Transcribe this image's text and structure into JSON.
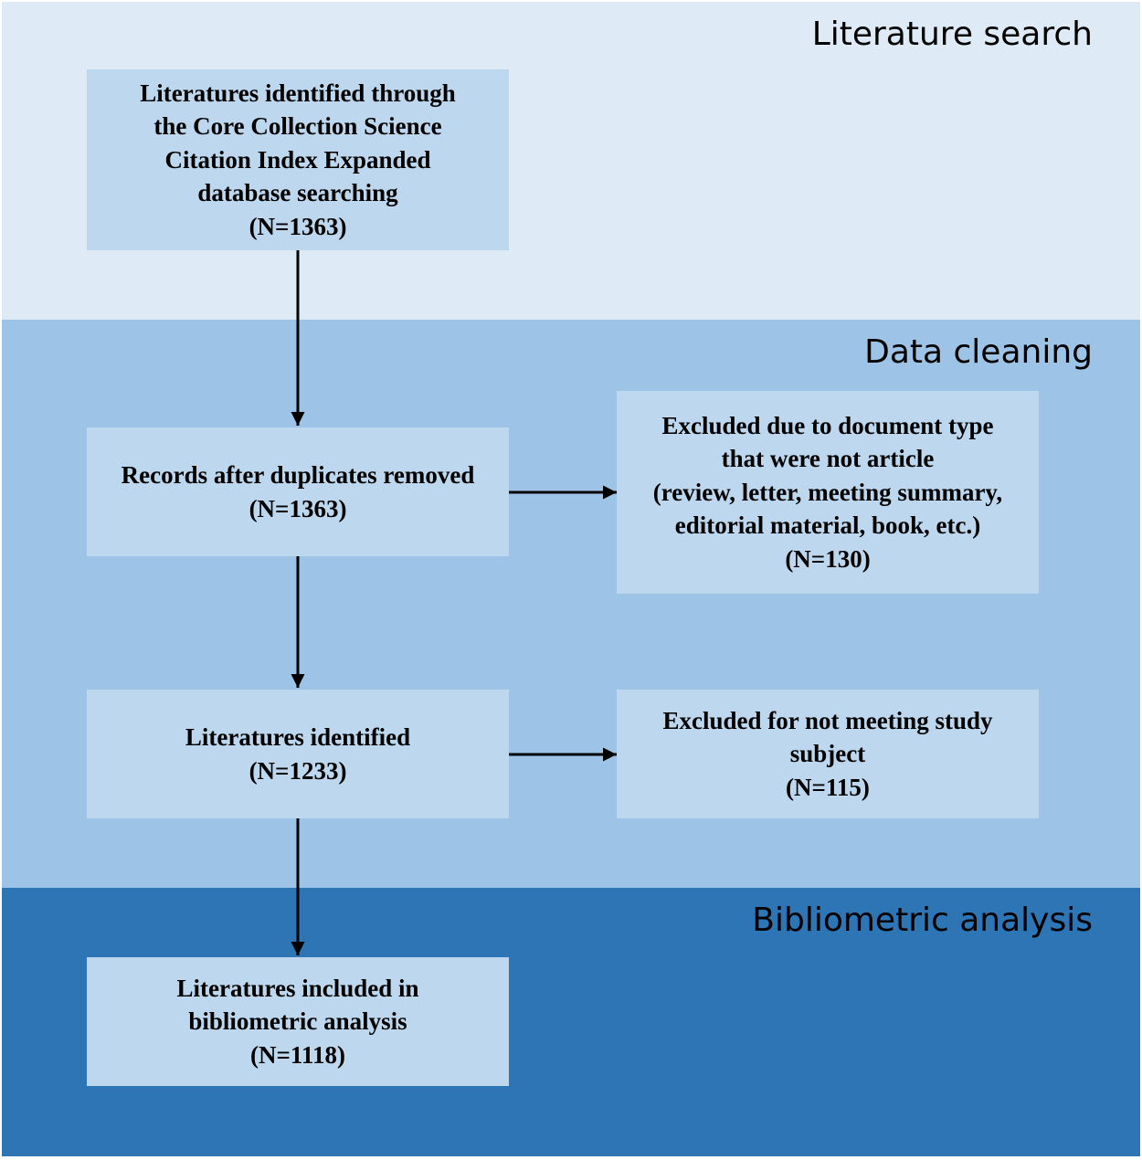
{
  "sections": {
    "search": {
      "title": "Literature search"
    },
    "cleaning": {
      "title": "Data cleaning"
    },
    "analysis": {
      "title": "Bibliometric analysis"
    }
  },
  "boxes": {
    "identified": {
      "lines": [
        "Literatures identified through",
        "the Core Collection Science",
        "Citation Index Expanded",
        "database searching",
        "(N=1363)"
      ]
    },
    "dedup": {
      "lines": [
        "Records after duplicates removed",
        "(N=1363)"
      ]
    },
    "excluded_type": {
      "lines": [
        "Excluded due to document type",
        "that were not article",
        "(review, letter, meeting summary,",
        "editorial material, book, etc.)",
        "(N=130)"
      ]
    },
    "lit_identified": {
      "lines": [
        "Literatures identified",
        "(N=1233)"
      ]
    },
    "excluded_subject": {
      "lines": [
        "Excluded for not meeting study",
        "subject",
        "(N=115)"
      ]
    },
    "included": {
      "lines": [
        "Literatures included in",
        "bibliometric analysis",
        "(N=1118)"
      ]
    }
  },
  "colors": {
    "band_search": "#deebf7",
    "band_cleaning": "#9dc3e6",
    "band_analysis": "#2e75b6",
    "box_fill": "#bdd7ee",
    "arrow": "#000000"
  }
}
